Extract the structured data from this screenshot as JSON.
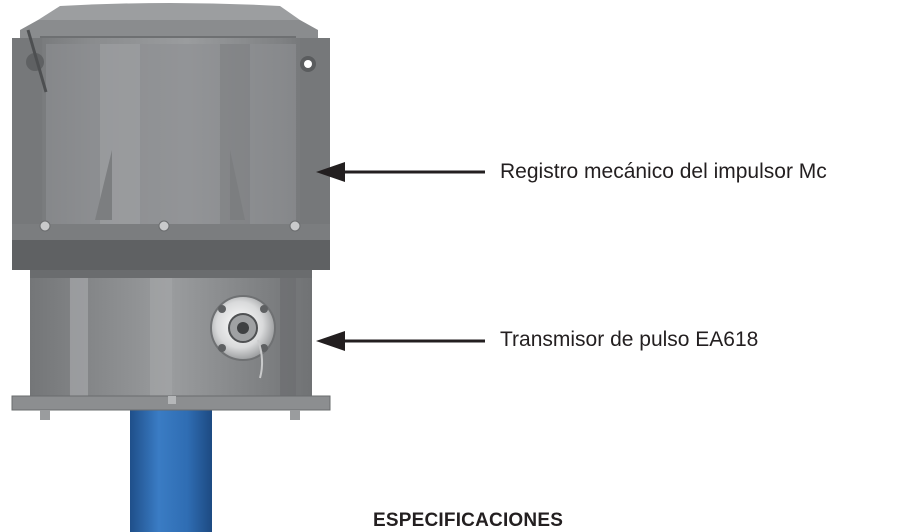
{
  "callouts": {
    "register_label": "Registro mecánico del impulsor Mc",
    "transmitter_label": "Transmisor de pulso EA618"
  },
  "section_heading": "ESPECIFICACIONES",
  "colors": {
    "housing_gray": "#7d7f80",
    "housing_dark": "#5c5e60",
    "pipe_blue": "#2f6db3",
    "arrow": "#231f20",
    "text": "#231f20"
  }
}
